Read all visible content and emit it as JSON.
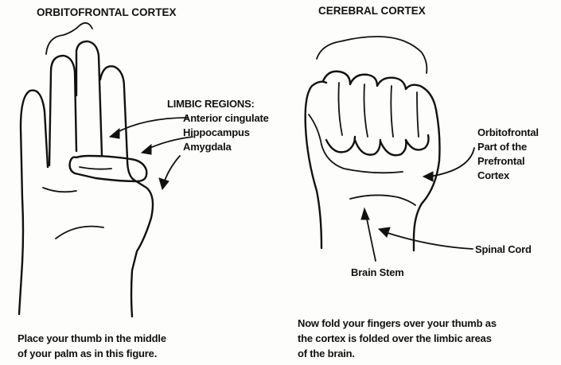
{
  "left_figure": {
    "title": "ORBITOFRONTAL CORTEX",
    "limbic_heading": "LIMBIC REGIONS:",
    "limbic_items": [
      "Anterior cingulate",
      "Hippocampus",
      "Amygdala"
    ],
    "caption_lines": [
      "Place your thumb in the middle",
      "of your palm as in this figure."
    ]
  },
  "right_figure": {
    "title": "CEREBRAL CORTEX",
    "orbitofrontal_label_lines": [
      "Orbitofrontal",
      "Part of the",
      "Prefrontal",
      "Cortex"
    ],
    "spinal_cord_label": "Spinal Cord",
    "brain_stem_label": "Brain Stem",
    "caption_lines": [
      "Now fold your fingers over your thumb as",
      "the cortex is folded over the limbic areas",
      "of the brain."
    ]
  }
}
